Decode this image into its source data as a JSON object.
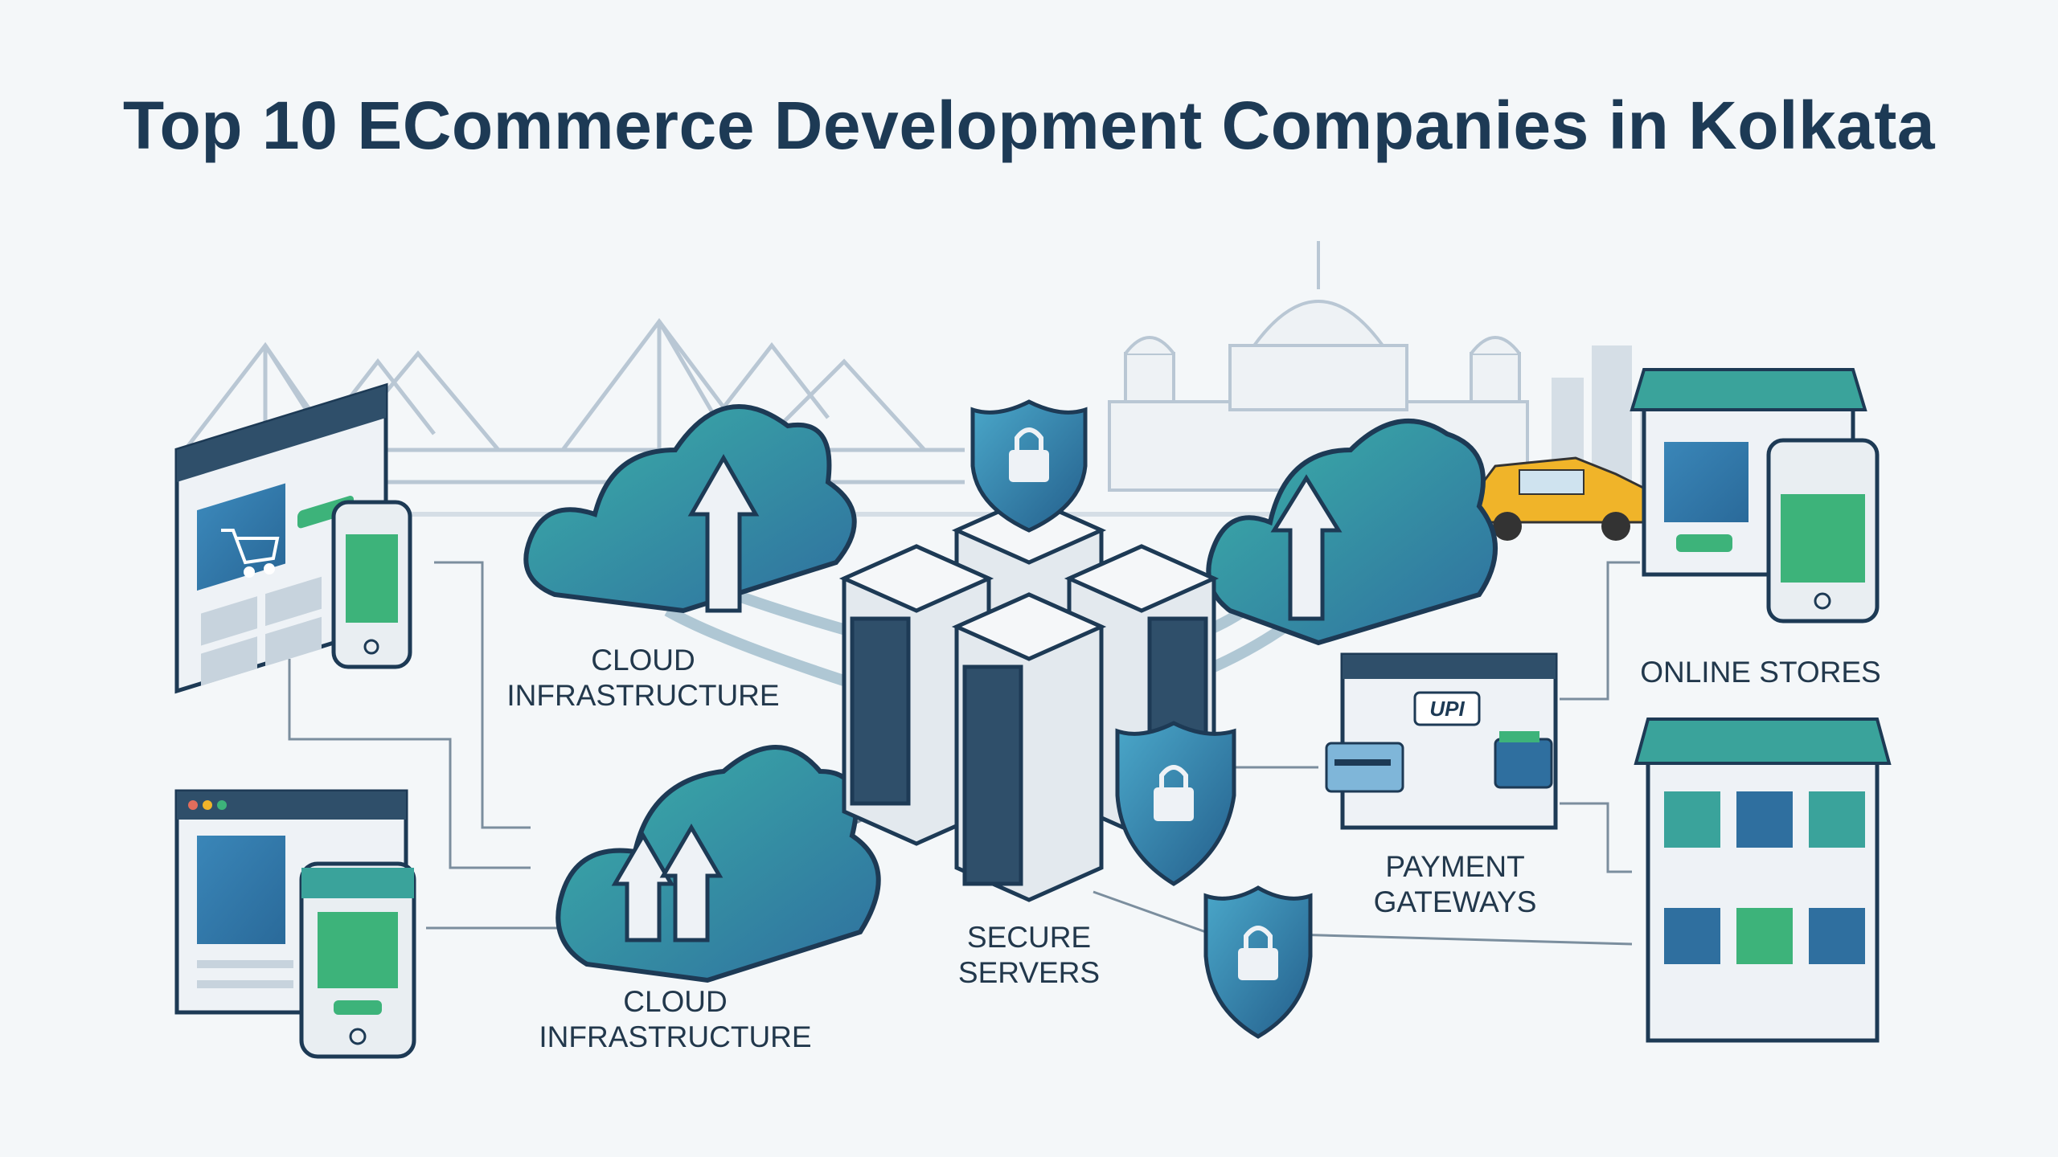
{
  "title": "Top 10 ECommerce Development Companies in Kolkata",
  "labels": {
    "cloud_top_line1": "CLOUD",
    "cloud_top_line2": "INFRASTRUCTURE",
    "cloud_bottom_line1": "CLOUD",
    "cloud_bottom_line2": "INFRASTRUCTURE",
    "servers_line1": "SECURE",
    "servers_line2": "SERVERS",
    "payment_line1": "PAYMENT",
    "payment_line2": "GATEWAYS",
    "online_stores": "ONLINE STORES",
    "upi": "UPI"
  },
  "colors": {
    "navy": "#1d3a55",
    "teal": "#3aa39b",
    "blue": "#2f6f9f",
    "green": "#3db37a",
    "taxi": "#f0b429",
    "skyline": "#b9c7d4"
  },
  "icons": [
    "cart-icon",
    "lock-icon",
    "upload-arrow-icon",
    "credit-card-icon",
    "wallet-icon",
    "tshirt-icon",
    "shorts-icon",
    "dress-icon",
    "pants-icon",
    "bag-icon",
    "shoe-icon"
  ]
}
